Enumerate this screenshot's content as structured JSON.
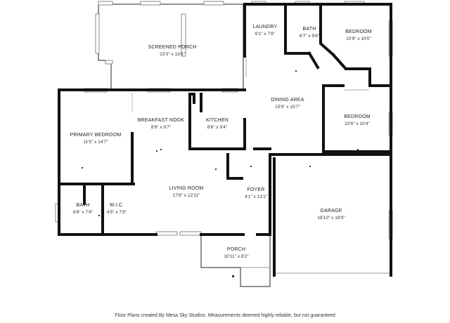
{
  "rooms": {
    "screened_porch": {
      "name": "SCREENED PORCH",
      "dims": "23'3\" x 13'6\""
    },
    "laundry": {
      "name": "LAUNDRY",
      "dims": "6'1\" x 7'8\""
    },
    "bath_upper": {
      "name": "BATH",
      "dims": "6'7\" x 9'6\""
    },
    "bedroom_ne": {
      "name": "BEDROOM",
      "dims": "10'9\" x 10'0\""
    },
    "dining_area": {
      "name": "DINING AREA",
      "dims": "15'9\" x 15'7\""
    },
    "bedroom_e": {
      "name": "BEDROOM",
      "dims": "10'6\" x 10'4\""
    },
    "breakfast_nook": {
      "name": "BREAKFAST NOOK",
      "dims": "8'9\" x 9'7\""
    },
    "kitchen": {
      "name": "KITCHEN",
      "dims": "8'6\" x 9'4\""
    },
    "primary_bedroom": {
      "name": "PRIMARY BEDROOM",
      "dims": "11'5\" x 14'7\""
    },
    "living_room": {
      "name": "LIVING ROOM",
      "dims": "17'8\" x 12'11\""
    },
    "foyer": {
      "name": "FOYER",
      "dims": "4'1\" x 13'1\""
    },
    "garage": {
      "name": "GARAGE",
      "dims": "18'10\" x 18'9\""
    },
    "bath_lower": {
      "name": "BATH",
      "dims": "6'8\" x 7'8\""
    },
    "wic": {
      "name": "W.I.C.",
      "dims": "4'5\" x 7'8\""
    },
    "porch": {
      "name": "PORCH",
      "dims": "10'11\" x 8'2\""
    }
  },
  "footer": "Floor Plans created By Mesa Sky Studios. Measurements deemed highly reliable, but not guaranteed"
}
